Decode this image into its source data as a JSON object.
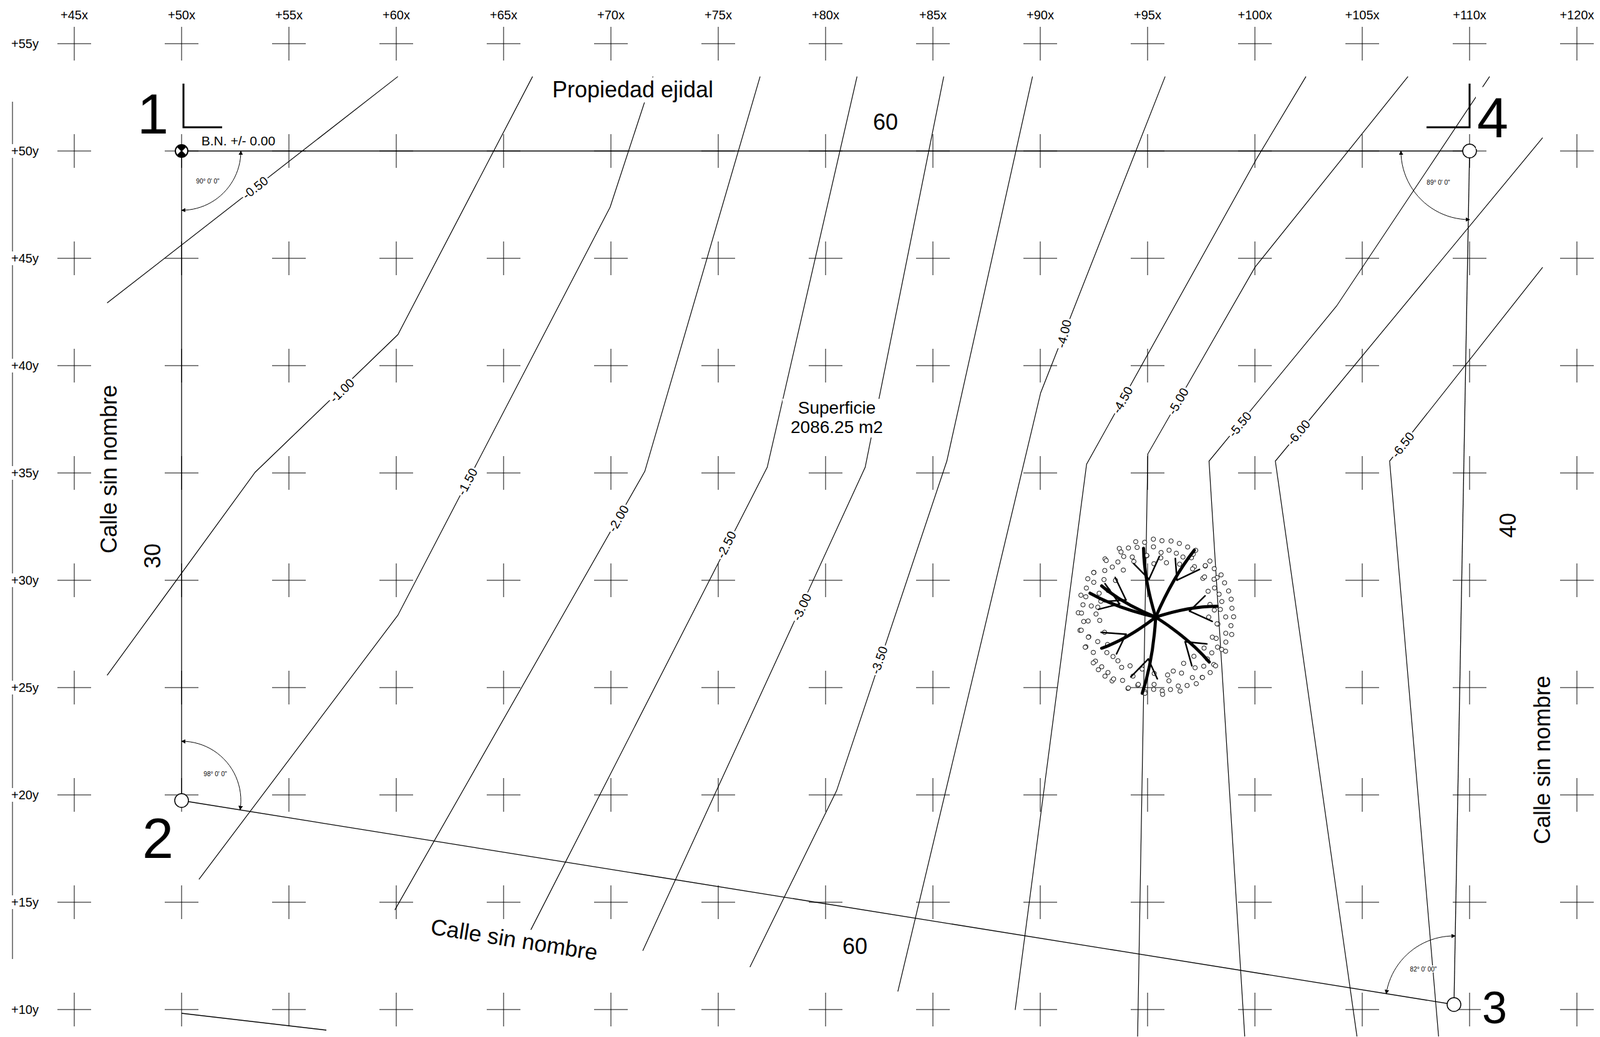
{
  "diagram": {
    "labels": [
      "+45x",
      "+50x",
      "+55x",
      "+60x",
      "+65x",
      "+70x",
      "+75x",
      "+80x",
      "+85x",
      "+90x",
      "+95x",
      "+100x",
      "+105x",
      "+110x",
      "+120x",
      "+55y",
      "+50y",
      "+45y",
      "+40y",
      "+35y",
      "+30y",
      "+25y",
      "+20y",
      "+15y",
      "+10y",
      "Propiedad ejidal",
      "60",
      "1",
      "B.N. +/- 0.00",
      "90° 0' 0\"",
      "-0.50",
      "4",
      "89° 0' 0\"",
      "Calle sin nombre",
      "30",
      "-1.00",
      "-1.50",
      "-2.00",
      "-2.50",
      "-3.00",
      "-3.50",
      "-4.00",
      "-4.50",
      "-5.00",
      "-5.50",
      "-6.00",
      "-6.50",
      "Superficie 2086.25 m2",
      "40",
      "Calle sin nombre",
      "98° 0' 0\"",
      "2",
      "Calle sin nombre",
      "60",
      "82° 0' 00\"",
      "3"
    ]
  }
}
